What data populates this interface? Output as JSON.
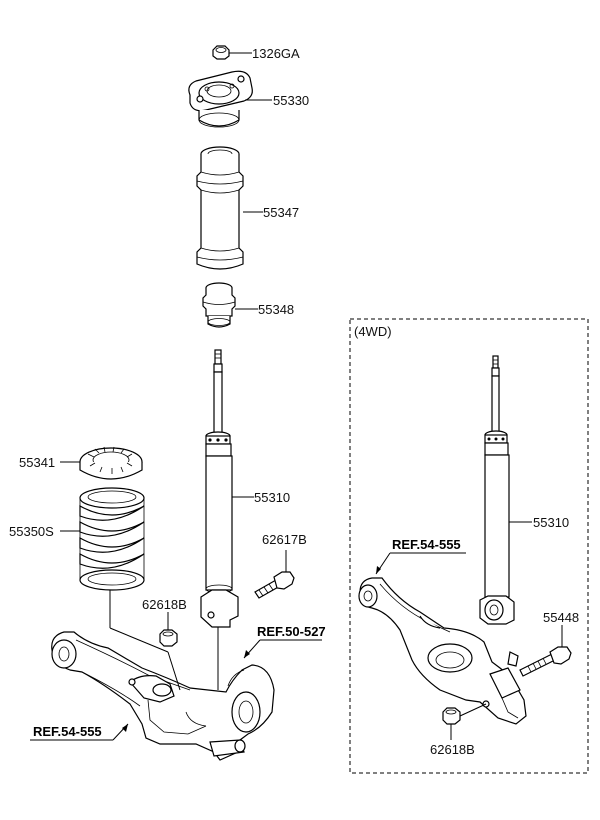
{
  "parts": {
    "nut_top": "1326GA",
    "mount_plate": "55330",
    "dust_boot": "55347",
    "bump_stop": "55348",
    "spring_pad": "55341",
    "coil_spring": "55350S",
    "shock_absorber": "55310",
    "bolt": "62617B",
    "nut_lower": "62618B",
    "ref_knuckle": "REF.50-527",
    "ref_arm": "REF.54-555"
  },
  "inset": {
    "title": "(4WD)",
    "shock_absorber": "55310",
    "ref_arm": "REF.54-555",
    "bolt": "55448",
    "nut": "62618B"
  }
}
